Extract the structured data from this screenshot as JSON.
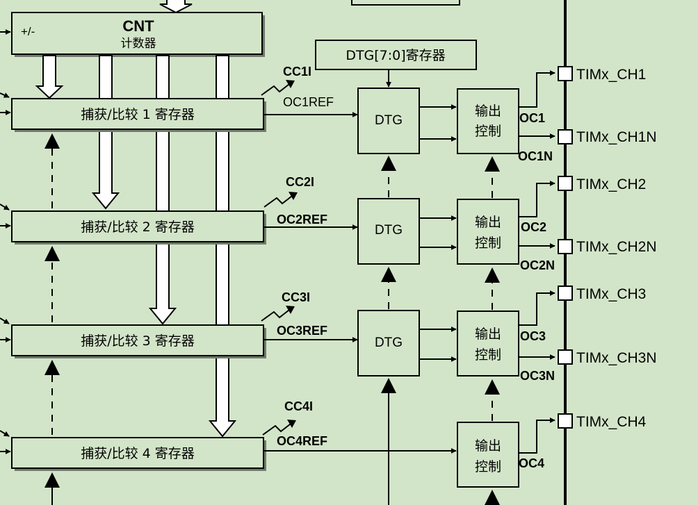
{
  "colors": {
    "background": "#d3e5c9",
    "box_fill": "#d3e5c9",
    "stroke": "#000000",
    "shadow": "#6f7a6a"
  },
  "cnt": {
    "title": "CNT",
    "subtitle": "计数器",
    "updown": "+/-"
  },
  "dtg_register": "DTG[7:0]寄存器",
  "channels": [
    {
      "register": "捕获/比较 1 寄存器",
      "cc_interrupt": "CC1I",
      "ref": "OC1REF",
      "dtg": "DTG",
      "out_ctrl": [
        "输出",
        "控制"
      ],
      "oc": "OC1",
      "ocn": "OC1N",
      "pin": "TIMx_CH1",
      "pin_n": "TIMx_CH1N"
    },
    {
      "register": "捕获/比较 2 寄存器",
      "cc_interrupt": "CC2I",
      "ref": "OC2REF",
      "dtg": "DTG",
      "out_ctrl": [
        "输出",
        "控制"
      ],
      "oc": "OC2",
      "ocn": "OC2N",
      "pin": "TIMx_CH2",
      "pin_n": "TIMx_CH2N"
    },
    {
      "register": "捕获/比较 3 寄存器",
      "cc_interrupt": "CC3I",
      "ref": "OC3REF",
      "dtg": "DTG",
      "out_ctrl": [
        "输出",
        "控制"
      ],
      "oc": "OC3",
      "ocn": "OC3N",
      "pin": "TIMx_CH3",
      "pin_n": "TIMx_CH3N"
    },
    {
      "register": "捕获/比较 4 寄存器",
      "cc_interrupt": "CC4I",
      "ref": "OC4REF",
      "out_ctrl": [
        "输出",
        "控制"
      ],
      "oc": "OC4",
      "pin": "TIMx_CH4"
    }
  ]
}
